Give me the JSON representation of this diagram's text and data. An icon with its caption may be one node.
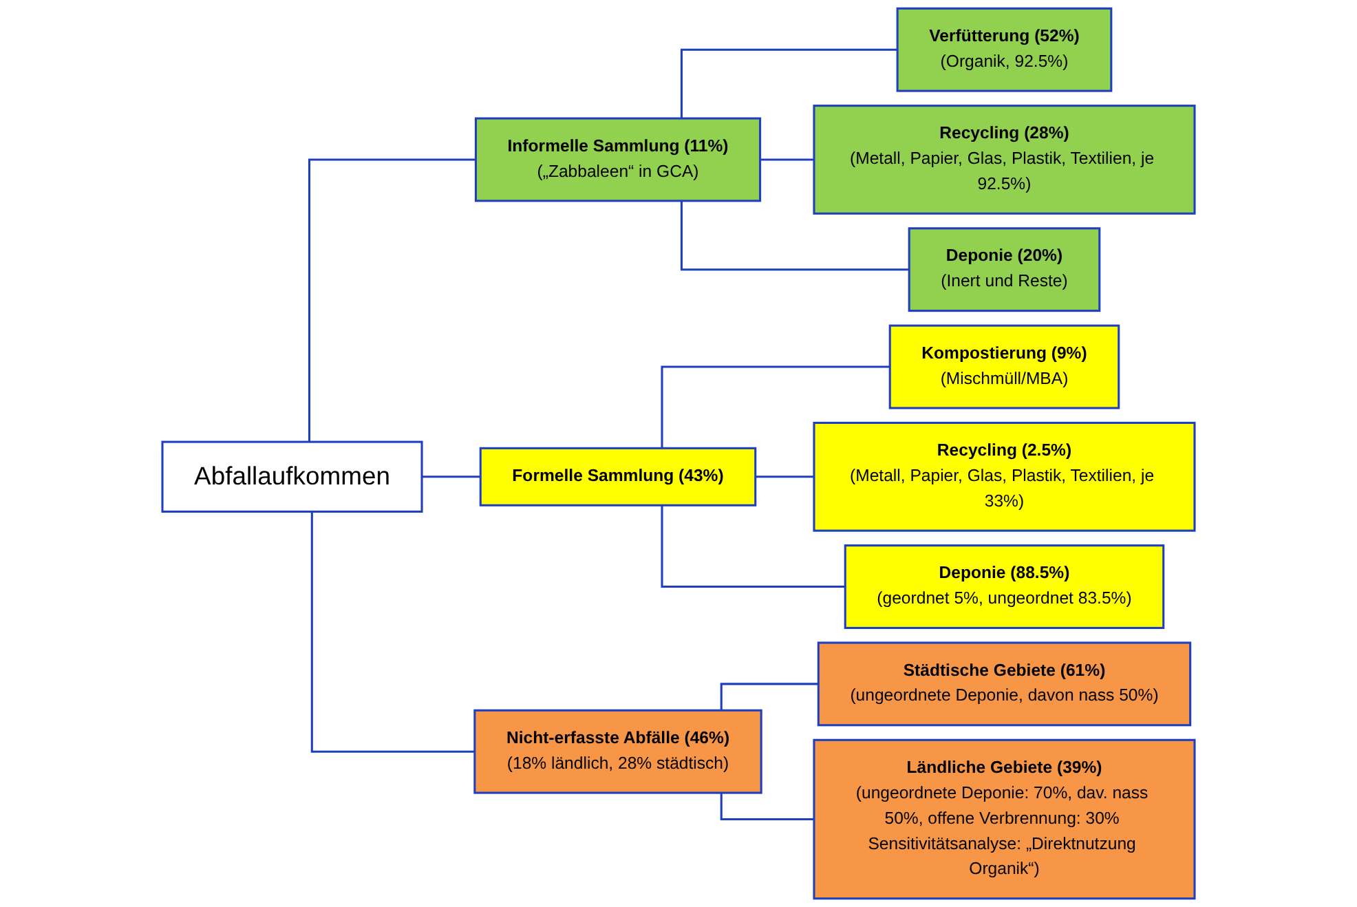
{
  "diagram": {
    "nodes": [
      {
        "text": [
          "Abfallaufkommen"
        ]
      },
      {
        "text": [
          "Informelle Sammlung (11%)",
          "(„Zabbaleen“ in GCA)"
        ]
      },
      {
        "text": [
          "Formelle Sammlung (43%)"
        ]
      },
      {
        "text": [
          "Nicht-erfasste Abfälle (46%)",
          "(18% ländlich, 28% städtisch)"
        ]
      },
      {
        "text": [
          "Verfütterung (52%)",
          "(Organik, 92.5%)"
        ]
      },
      {
        "text": [
          "Recycling (28%)",
          "(Metall, Papier, Glas, Plastik, Textilien, je 92.5%)"
        ]
      },
      {
        "text": [
          "Deponie (20%)",
          "(Inert und Reste)"
        ]
      },
      {
        "text": [
          "Kompostierung (9%)",
          "(Mischmüll/MBA)"
        ]
      },
      {
        "text": [
          "Recycling (2.5%)",
          "(Metall, Papier, Glas, Plastik, Textilien, je 33%)"
        ]
      },
      {
        "text": [
          "Deponie (88.5%)",
          "(geordnet 5%, ungeordnet 83.5%)"
        ]
      },
      {
        "text": [
          "Städtische Gebiete (61%)",
          "(ungeordnete Deponie, davon nass 50%)"
        ]
      },
      {
        "text": [
          "Ländliche Gebiete (39%)",
          "(ungeordnete Deponie: 70%, dav. nass 50%, offene Verbrennung: 30% Sensitivitätsanalyse: „Direktnutzung Organik“)"
        ]
      }
    ],
    "edges": [
      {
        "from": 0,
        "to": 1,
        "arrow": "none"
      },
      {
        "from": 0,
        "to": 2,
        "arrow": "none"
      },
      {
        "from": 0,
        "to": 3,
        "arrow": "none"
      },
      {
        "from": 1,
        "to": 4,
        "arrow": "none"
      },
      {
        "from": 1,
        "to": 5,
        "arrow": "none"
      },
      {
        "from": 1,
        "to": 6,
        "arrow": "none"
      },
      {
        "from": 2,
        "to": 7,
        "arrow": "none"
      },
      {
        "from": 2,
        "to": 8,
        "arrow": "none"
      },
      {
        "from": 2,
        "to": 9,
        "arrow": "none"
      },
      {
        "from": 3,
        "to": 10,
        "arrow": "none"
      },
      {
        "from": 3,
        "to": 11,
        "arrow": "none"
      }
    ]
  }
}
